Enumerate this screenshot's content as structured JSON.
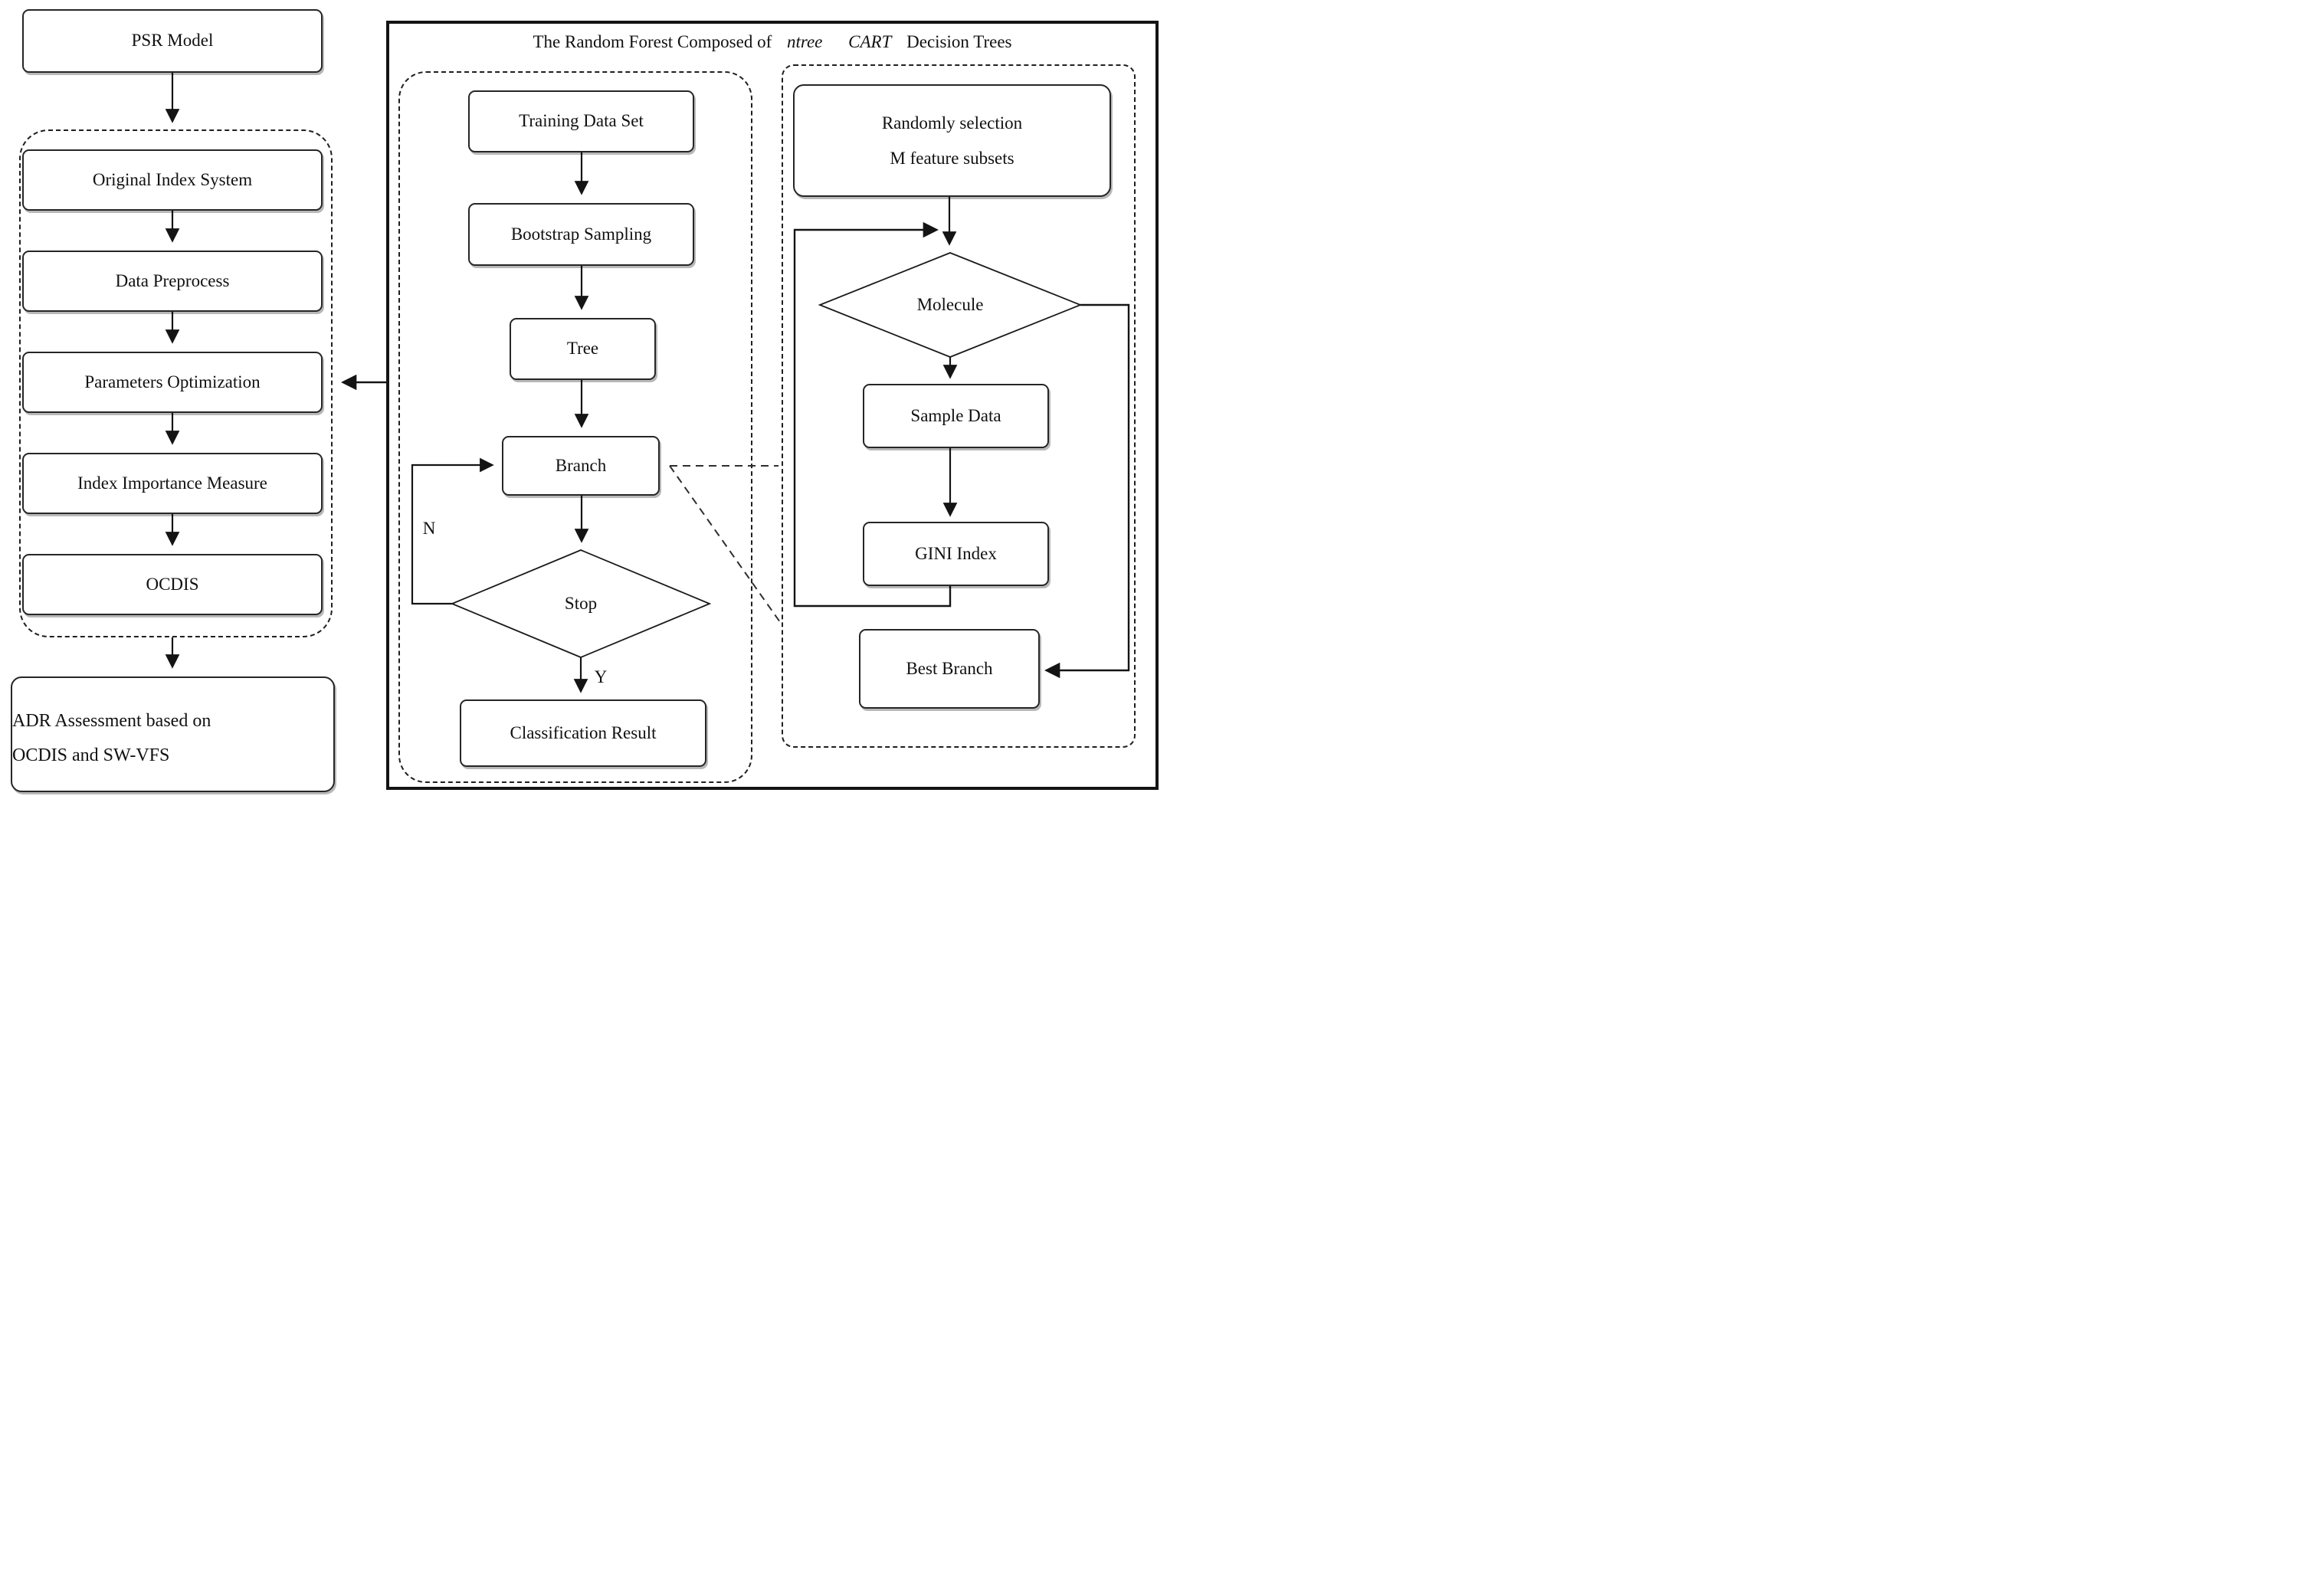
{
  "colors": {
    "ink": "#1a1a1a",
    "background": "#ffffff"
  },
  "left_flow": {
    "psr_model": "PSR Model",
    "original_index_system": "Original Index System",
    "data_preprocess": "Data Preprocess",
    "parameters_optimization": "Parameters Optimization",
    "index_importance_measure": "Index Importance Measure",
    "ocdis": "OCDIS",
    "adr_line1": "ADR Assessment based on",
    "adr_line2": "OCDIS and SW-VFS"
  },
  "forest": {
    "title_prefix": "The Random Forest Composed of",
    "title_ntree": "ntree",
    "title_cart": "CART",
    "title_suffix": "Decision Trees",
    "tree_flow": {
      "training_data_set": "Training Data Set",
      "bootstrap_sampling": "Bootstrap Sampling",
      "tree": "Tree",
      "branch": "Branch",
      "stop": "Stop",
      "classification_result": "Classification Result",
      "no_label": "N",
      "yes_label": "Y"
    },
    "cart_detail": {
      "randomly_selection_line1": "Randomly selection",
      "randomly_selection_line2": "M feature subsets",
      "molecule": "Molecule",
      "sample_data": "Sample Data",
      "gini_index": "GINI Index",
      "best_branch": "Best Branch"
    }
  }
}
